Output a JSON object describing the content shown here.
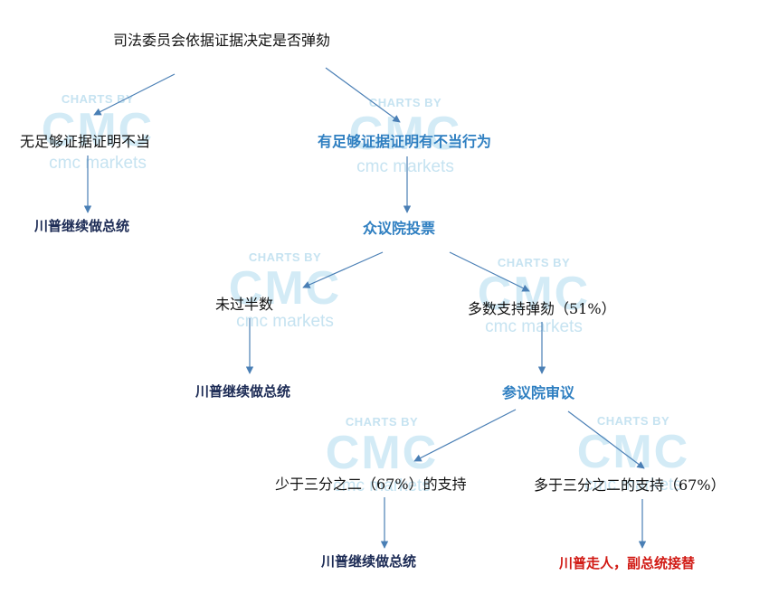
{
  "watermark": {
    "top": "CHARTS BY",
    "logo": "CMC",
    "bottom": "cmc markets"
  },
  "nodes": {
    "root": "司法委员会依据证据决定是否弹劾",
    "no_evidence": "无足够证据证明不当",
    "trump_continues_1": "川普继续做总统",
    "has_evidence": "有足够证据证明有不当行为",
    "house_vote": "众议院投票",
    "not_majority": "未过半数",
    "trump_continues_2": "川普继续做总统",
    "majority_support": "多数支持弹劾（51%）",
    "senate_review": "参议院审议",
    "less_two_thirds": "少于三分之二（67%）的支持",
    "trump_continues_3": "川普继续做总统",
    "more_two_thirds": "多于三分之二的支持（67%）",
    "trump_removed": "川普走人，副总统接替"
  },
  "colors": {
    "arrow": "#4a7fb5",
    "blue_text": "#2f7fc1",
    "red_text": "#d11a14",
    "navy_text": "#1c2b55",
    "watermark": "#c6e3f1"
  }
}
